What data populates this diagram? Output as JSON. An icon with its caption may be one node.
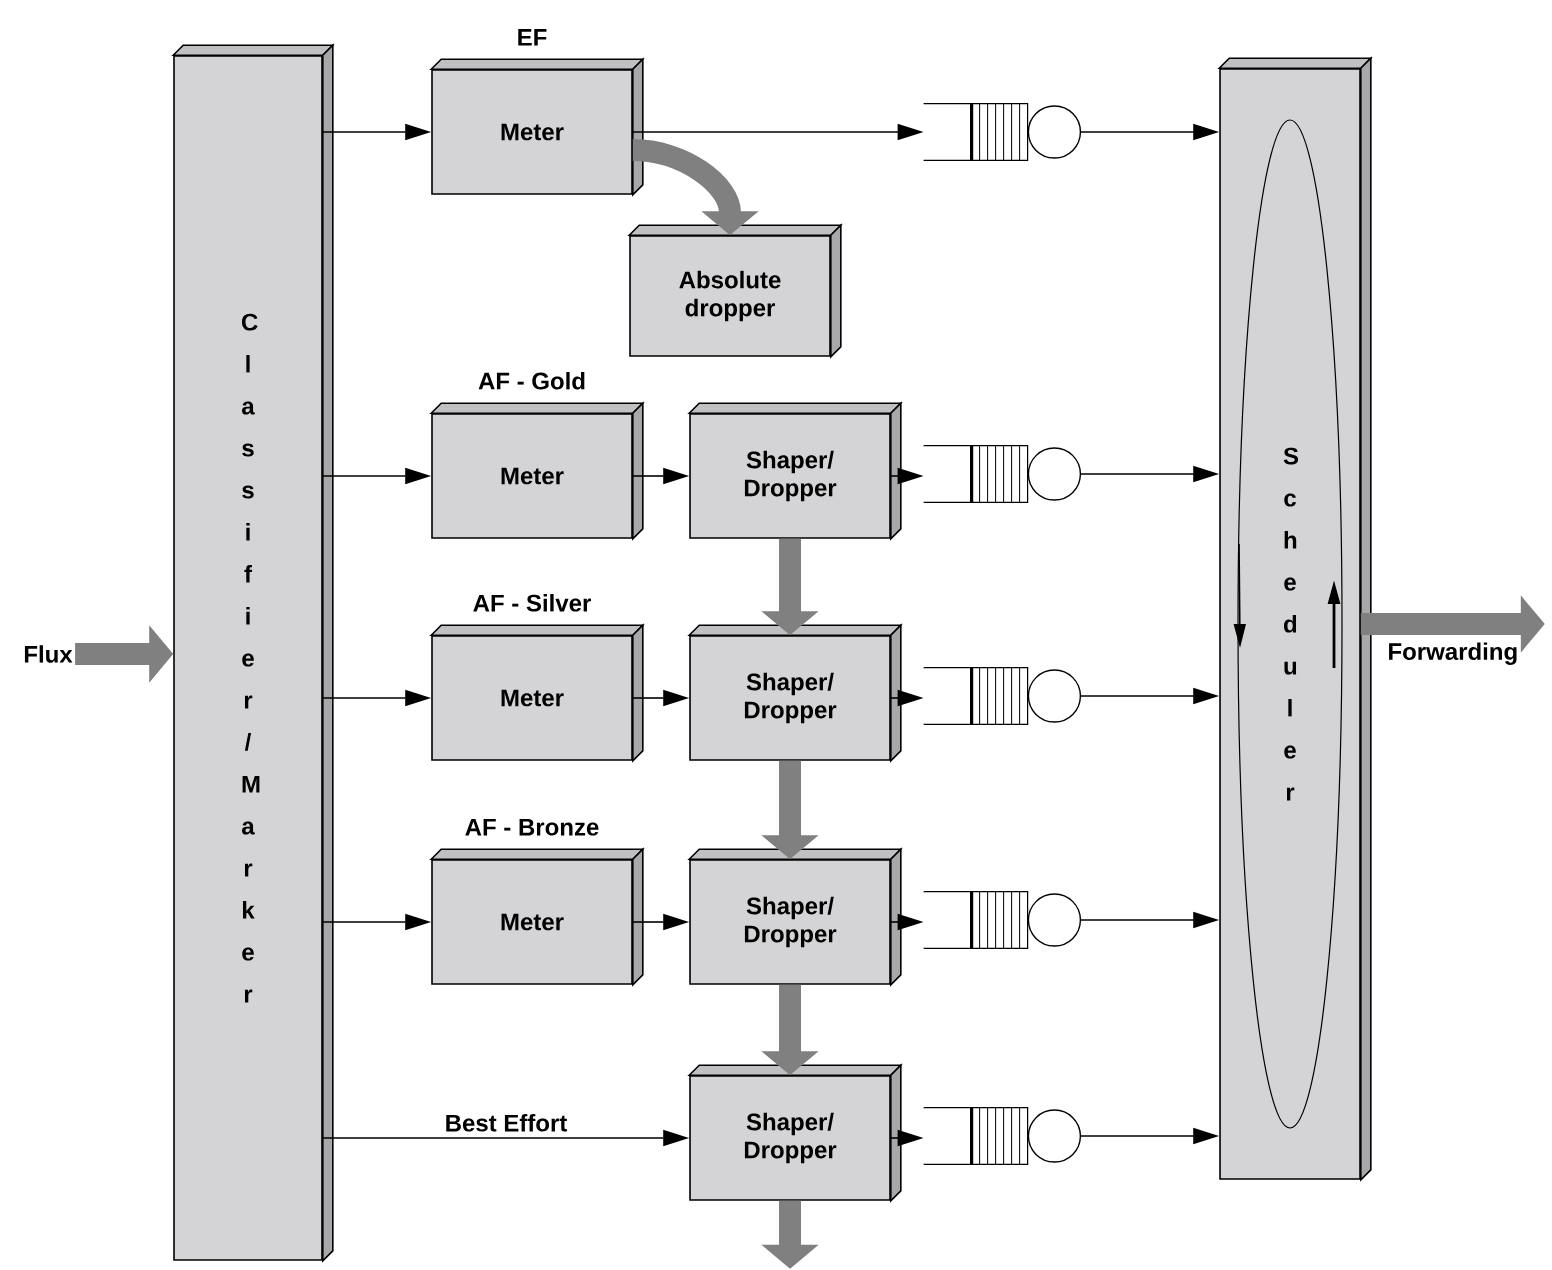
{
  "diagram": {
    "nodes": [
      {
        "text": [
          "C l a s s i f i e r / M a r k e r"
        ]
      },
      {
        "text": [
          "Flux"
        ]
      },
      {
        "text": [
          "EF",
          "Meter"
        ]
      },
      {
        "text": [
          "Absolute dropper"
        ]
      },
      {
        "text": [],
        "shape": "queue"
      },
      {
        "text": [
          "AF - Gold",
          "Meter"
        ]
      },
      {
        "text": [
          "Shaper/ Dropper"
        ]
      },
      {
        "text": [],
        "shape": "queue"
      },
      {
        "text": [
          "AF - Silver",
          "Meter"
        ]
      },
      {
        "text": [
          "Shaper/ Dropper"
        ]
      },
      {
        "text": [],
        "shape": "queue"
      },
      {
        "text": [
          "AF - Bronze",
          "Meter"
        ]
      },
      {
        "text": [
          "Shaper/ Dropper"
        ]
      },
      {
        "text": [],
        "shape": "queue"
      },
      {
        "text": [
          "Shaper/ Dropper"
        ]
      },
      {
        "text": [],
        "shape": "queue"
      },
      {
        "text": [
          "S c h e d u l e r"
        ]
      }
    ],
    "edges": [
      {
        "from": 1,
        "to": 0,
        "arrow": "to",
        "style": "thick",
        "color": "#808080"
      },
      {
        "from": 0,
        "to": 2,
        "arrow": "to"
      },
      {
        "from": 2,
        "to": 4,
        "arrow": "to"
      },
      {
        "from": 2,
        "to": 3,
        "arrow": "to",
        "style": "thick",
        "color": "#808080"
      },
      {
        "from": 4,
        "to": 16,
        "arrow": "to"
      },
      {
        "from": 0,
        "to": 5,
        "arrow": "to"
      },
      {
        "from": 5,
        "to": 6,
        "arrow": "to"
      },
      {
        "from": 6,
        "to": 7,
        "arrow": "to"
      },
      {
        "from": 7,
        "to": 16,
        "arrow": "to"
      },
      {
        "from": 6,
        "to": 9,
        "arrow": "to",
        "style": "thick",
        "color": "#808080"
      },
      {
        "from": 0,
        "to": 8,
        "arrow": "to"
      },
      {
        "from": 8,
        "to": 9,
        "arrow": "to"
      },
      {
        "from": 9,
        "to": 10,
        "arrow": "to"
      },
      {
        "from": 10,
        "to": 16,
        "arrow": "to"
      },
      {
        "from": 9,
        "to": 12,
        "arrow": "to",
        "style": "thick",
        "color": "#808080"
      },
      {
        "from": 0,
        "to": 11,
        "arrow": "to"
      },
      {
        "from": 11,
        "to": 12,
        "arrow": "to"
      },
      {
        "from": 12,
        "to": 13,
        "arrow": "to"
      },
      {
        "from": 13,
        "to": 16,
        "arrow": "to"
      },
      {
        "from": 12,
        "to": 14,
        "arrow": "to",
        "style": "thick",
        "color": "#808080"
      },
      {
        "from": 0,
        "to": 14,
        "arrow": "to",
        "label": "Best Effort"
      },
      {
        "from": 14,
        "to": 15,
        "arrow": "to"
      },
      {
        "from": 15,
        "to": 16,
        "arrow": "to"
      },
      {
        "from": 14,
        "to": null,
        "arrow": "to",
        "style": "thick",
        "color": "#808080"
      },
      {
        "from": 16,
        "to": null,
        "arrow": "to",
        "style": "thick",
        "color": "#808080",
        "label": "Forwarding"
      }
    ]
  }
}
